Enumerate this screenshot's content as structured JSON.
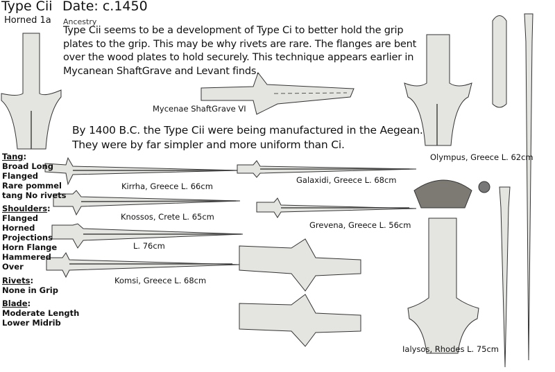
{
  "header": {
    "type": "Type Cii",
    "subtype": "Horned 1a",
    "date": "Date: c.1450",
    "ancestry": "Ancestry"
  },
  "intro": [
    "Type Cii seems to be a development of Type Ci to better hold the grip",
    "plates to the grip.  This may be why rivets are rare.  The flanges are bent",
    "over the wood plates to hold securely.   This technique appears earlier in",
    "Mycanean ShaftGrave and Levant finds."
  ],
  "mycenae_caption": "Mycenae ShaftGrave VI",
  "aegean": [
    "By 1400 B.C. the Type Cii were being manufactured in the Aegean.",
    "They were by far simpler and more uniform than Ci."
  ],
  "features": {
    "tang": {
      "heading": "Tang",
      "items": [
        "Broad Long",
        "Flanged",
        "Rare pommel",
        "tang No rivets"
      ]
    },
    "shoulders": {
      "heading": "Shoulders",
      "items": [
        "Flanged",
        "Horned",
        "Projections",
        "Horn Flange",
        "Hammered",
        "Over"
      ]
    },
    "rivets": {
      "heading": "Rivets",
      "items": [
        "None in Grip"
      ]
    },
    "blade": {
      "heading": "Blade",
      "items": [
        "Moderate Length",
        "Lower Midrib"
      ]
    }
  },
  "captions": {
    "kirrha": "Kirrha, Greece L. 66cm",
    "galaxidi": "Galaxidi, Greece L. 68cm",
    "knossos": "Knossos, Crete L. 65cm",
    "grevena": "Grevena, Greece L. 56cm",
    "l76": "L. 76cm",
    "komsi": "Komsi, Greece L. 68cm",
    "olympus": "Olympus, Greece L. 62cm",
    "ialysos": "Ialysos, Rhodes L. 75cm"
  }
}
